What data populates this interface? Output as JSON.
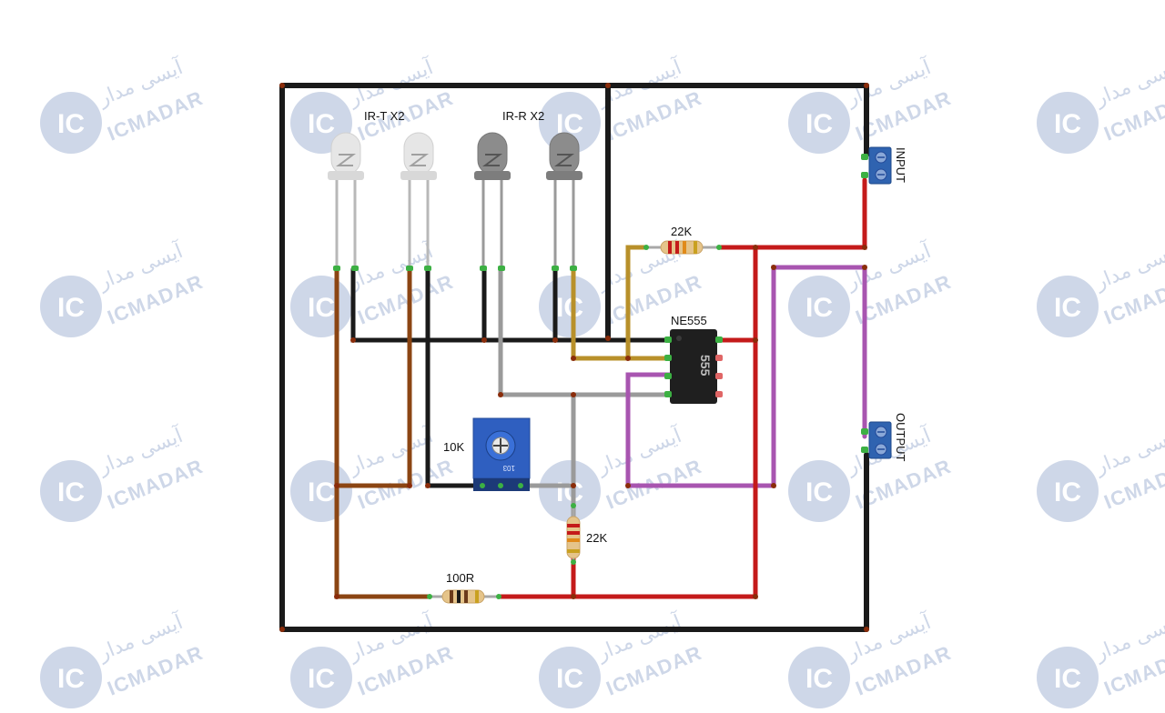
{
  "watermark": {
    "fa": "آیسی مدار",
    "en": "ICMADAR",
    "badge": "IC",
    "color": "#c9d3e6"
  },
  "labels": {
    "ir_t": "IR-T X2",
    "ir_r": "IR-R X2",
    "r_top": "22K",
    "ic_name": "NE555",
    "ic_marking": "555",
    "pot": "10K",
    "r_mid": "22K",
    "r_bottom": "100R",
    "pot_code": "103",
    "input": "INPUT",
    "output": "OUTPUT"
  },
  "colors": {
    "ground_wire": "#1a1a1a",
    "vcc_wire": "#c41a1a",
    "led_wire": "#8b4513",
    "signal_wire": "#b8902a",
    "gray_wire": "#9a9a9a",
    "output_wire": "#a855b0",
    "terminal_block": "#2f63b0",
    "pin_green": "#3cb043"
  }
}
